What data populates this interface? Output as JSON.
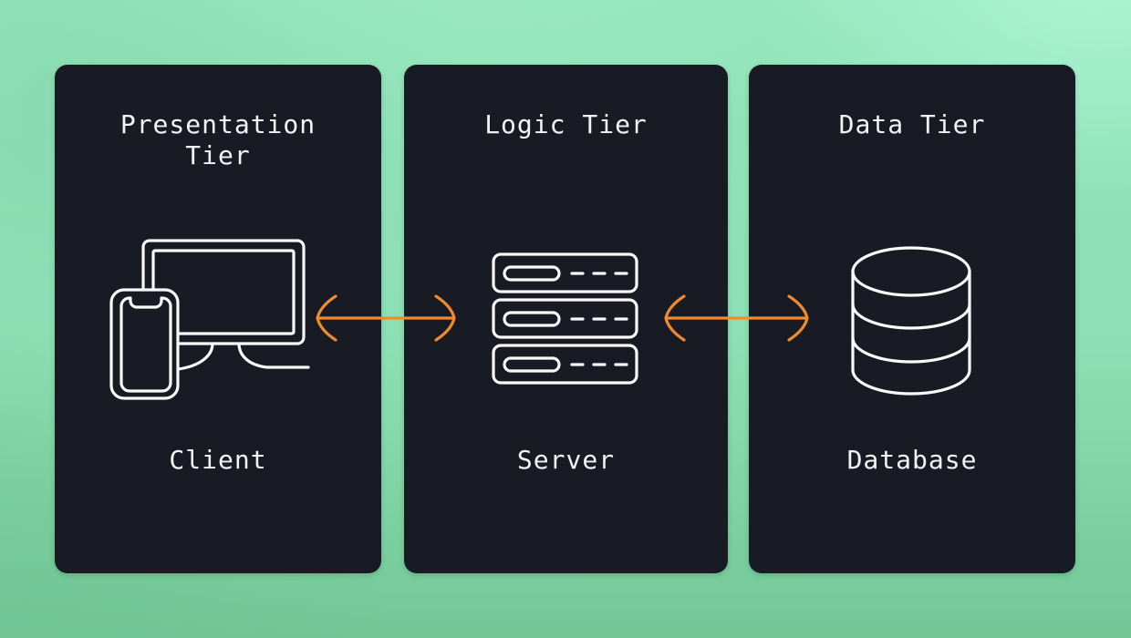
{
  "tiers": [
    {
      "title": "Presentation Tier",
      "label": "Client",
      "icon": "client-devices-icon"
    },
    {
      "title": "Logic Tier",
      "label": "Server",
      "icon": "server-stack-icon"
    },
    {
      "title": "Data Tier",
      "label": "Database",
      "icon": "database-cylinder-icon"
    }
  ],
  "connectors": [
    {
      "name": "client-server-link",
      "type": "double-headed-arrow"
    },
    {
      "name": "server-database-link",
      "type": "double-headed-arrow"
    }
  ],
  "colors": {
    "panel_bg": "#181B23",
    "text": "#F2F3F5",
    "icon_stroke": "#FAFAFA",
    "arrow": "#EF8B2D",
    "bg_base_top": "#93E5BB",
    "bg_base_mid": "#8CDFB2",
    "bg_base_bottom": "#72C795",
    "bg_blob_light": "#AFF6D5",
    "bg_blob_dark": "#85D9AB"
  }
}
